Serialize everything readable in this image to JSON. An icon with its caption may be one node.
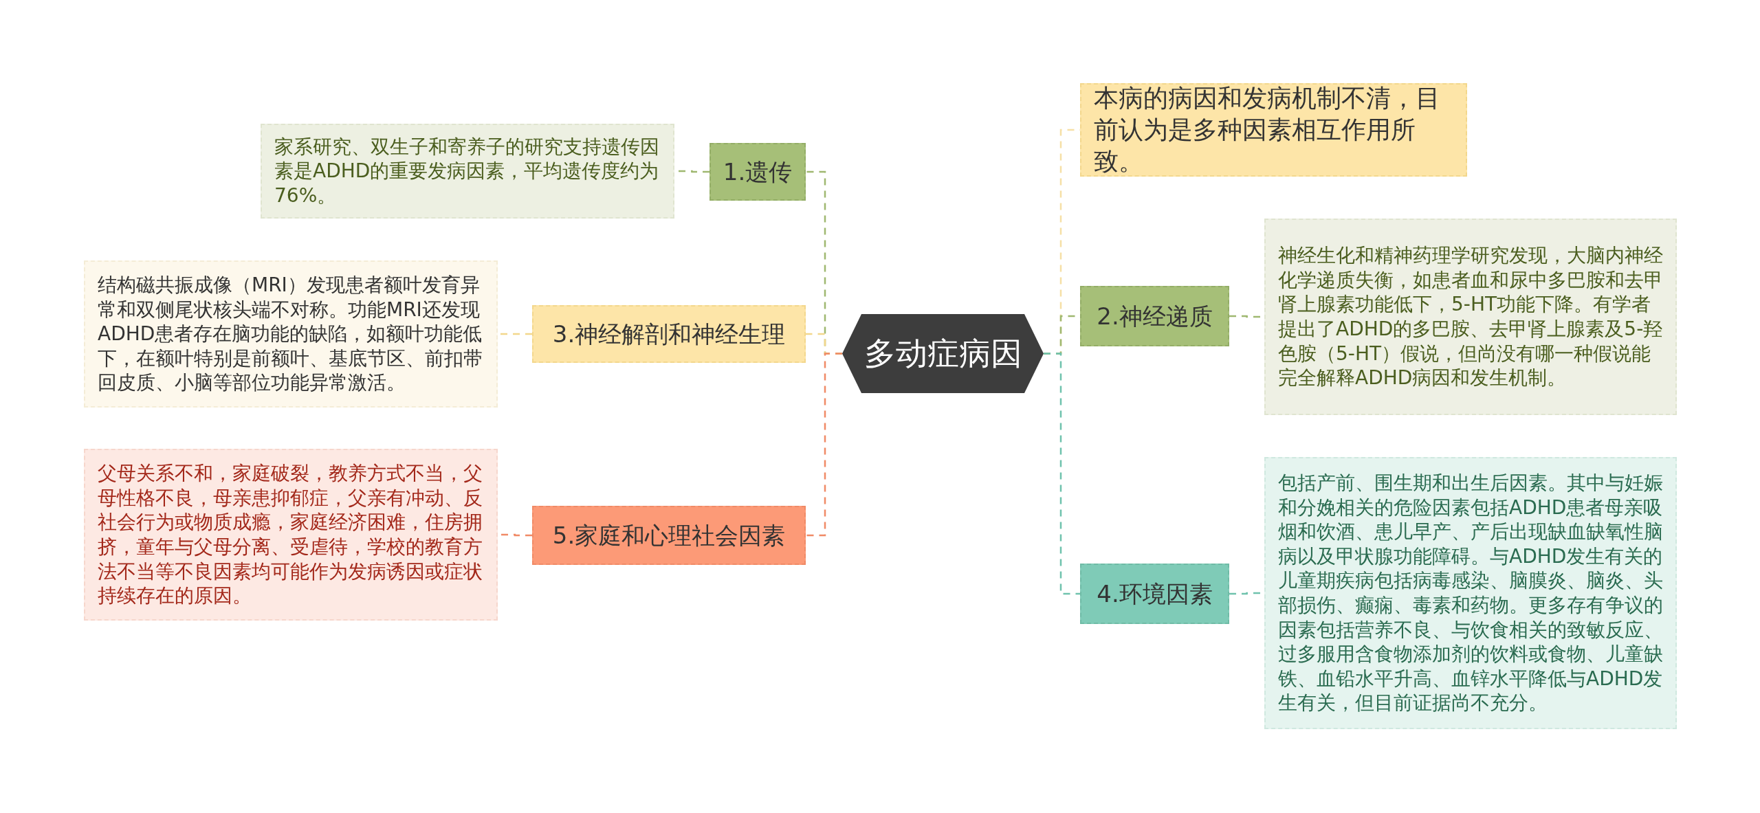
{
  "diagram": {
    "nodes": [
      {
        "text": [
          "多动症病因"
        ]
      },
      {
        "text": [
          "1.遗传"
        ]
      },
      {
        "text": [
          "家系研究、双生子和寄养子的研究支持遗传因素是ADHD的重要发病因素，平均遗传度约为76%。"
        ]
      },
      {
        "text": [
          "3.神经解剖和神经生理"
        ]
      },
      {
        "text": [
          "结构磁共振成像（MRI）发现患者额叶发育异常和双侧尾状核头端不对称。功能MRI还发现ADHD患者存在脑功能的缺陷，如额叶功能低下，在额叶特别是前额叶、基底节区、前扣带回皮质、小脑等部位功能异常激活。"
        ]
      },
      {
        "text": [
          "5.家庭和心理社会因素"
        ]
      },
      {
        "text": [
          "父母关系不和，家庭破裂，教养方式不当，父母性格不良，母亲患抑郁症，父亲有冲动、反社会行为或物质成瘾，家庭经济困难，住房拥挤，童年与父母分离、受虐待，学校的教育方法不当等不良因素均可能作为发病诱因或症状持续存在的原因。"
        ]
      },
      {
        "text": [
          "本病的病因和发病机制不清，目前认为是多种因素相互作用所致。"
        ]
      },
      {
        "text": [
          "2.神经递质"
        ]
      },
      {
        "text": [
          "神经生化和精神药理学研究发现，大脑内神经化学递质失衡，如患者血和尿中多巴胺和去甲肾上腺素功能低下，5-HT功能下降。有学者提出了ADHD的多巴胺、去甲肾上腺素及5-羟色胺（5-HT）假说，但尚没有哪一种假说能完全解释ADHD病因和发生机制。"
        ]
      },
      {
        "text": [
          "4.环境因素"
        ]
      },
      {
        "text": [
          "包括产前、围生期和出生后因素。其中与妊娠和分娩相关的危险因素包括ADHD患者母亲吸烟和饮酒、患儿早产、产后出现缺血缺氧性脑病以及甲状腺功能障碍。与ADHD发生有关的儿童期疾病包括病毒感染、脑膜炎、脑炎、头部损伤、癫痫、毒素和药物。更多存有争议的因素包括营养不良、与饮食相关的致敏反应、过多服用含食物添加剂的饮料或食物、儿童缺铁、血铅水平升高、血锌水平降低与ADHD发生有关，但目前证据尚不充分。"
        ]
      }
    ],
    "edges": [
      {
        "from": 0,
        "to": 1,
        "arrow": "none",
        "style": "dashed",
        "color": "#9fb870"
      },
      {
        "from": 1,
        "to": 2,
        "arrow": "none",
        "style": "dashed",
        "color": "#9fb870"
      },
      {
        "from": 0,
        "to": 3,
        "arrow": "none",
        "style": "dashed",
        "color": "#f3d78c"
      },
      {
        "from": 3,
        "to": 4,
        "arrow": "none",
        "style": "dashed",
        "color": "#f3d78c"
      },
      {
        "from": 0,
        "to": 5,
        "arrow": "none",
        "style": "dashed",
        "color": "#f08a66"
      },
      {
        "from": 5,
        "to": 6,
        "arrow": "none",
        "style": "dashed",
        "color": "#f08a66"
      },
      {
        "from": 0,
        "to": 7,
        "arrow": "none",
        "style": "dashed",
        "color": "#f6e0a6"
      },
      {
        "from": 0,
        "to": 8,
        "arrow": "none",
        "style": "dashed",
        "color": "#9fb870"
      },
      {
        "from": 8,
        "to": 9,
        "arrow": "none",
        "style": "dashed",
        "color": "#9fb870"
      },
      {
        "from": 0,
        "to": 10,
        "arrow": "none",
        "style": "dashed",
        "color": "#6fc2ad"
      },
      {
        "from": 10,
        "to": 11,
        "arrow": "none",
        "style": "dashed",
        "color": "#6fc2ad"
      }
    ]
  }
}
